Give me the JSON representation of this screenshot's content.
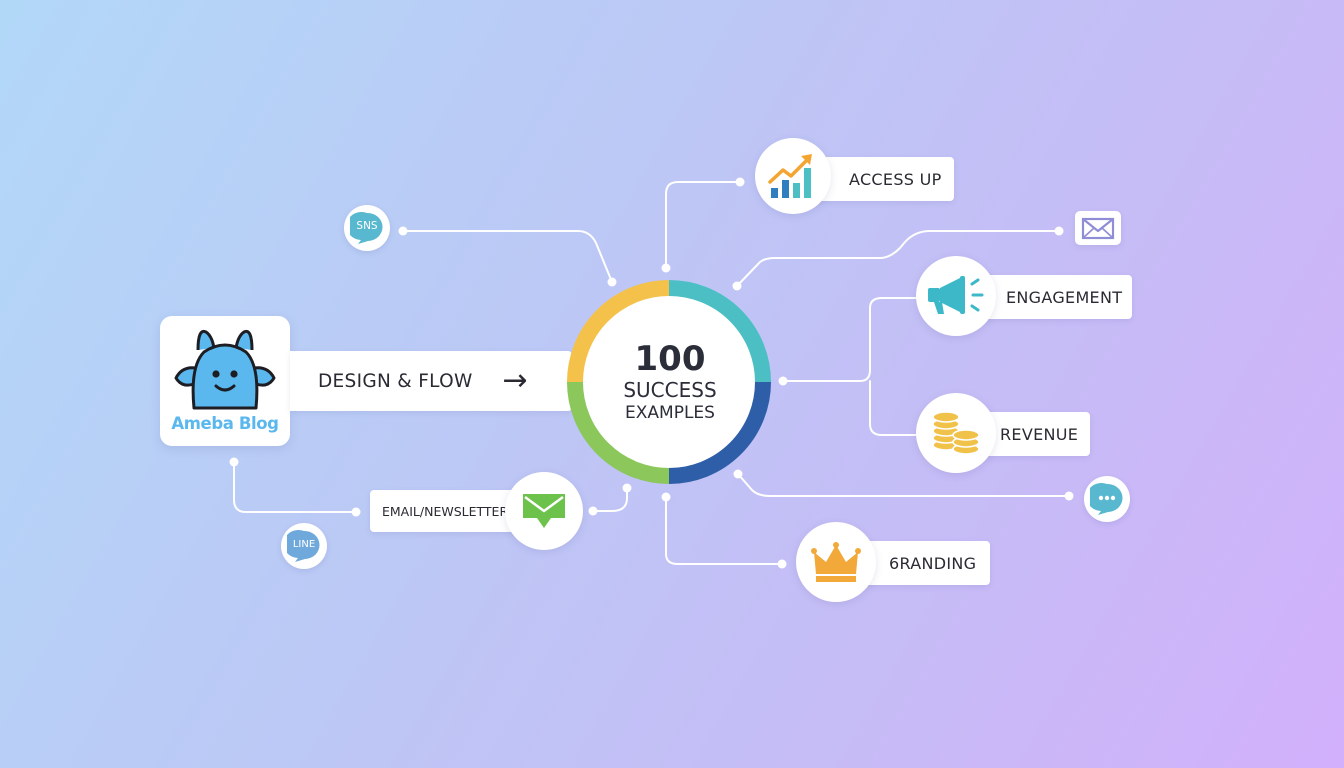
{
  "hub": {
    "number": "100",
    "line1": "SUCCESS",
    "line2": "EXAMPLES",
    "ring_colors": [
      "#4bbfc3",
      "#2f5ea8",
      "#8bc75a",
      "#f4c24a"
    ]
  },
  "source": {
    "brand": "Ameba Blog",
    "flow_label": "DESIGN & FLOW",
    "arrow": "→"
  },
  "channels": {
    "sns": "SNS",
    "line": "LINE",
    "email_newsletter": "EMAIL/NEWSLETTER"
  },
  "outcomes": {
    "access_up": "ACCESS UP",
    "engagement": "ENGAGEMENT",
    "revenue": "REVENUE",
    "branding": "6RANDING"
  },
  "colors": {
    "brand_blue": "#5ab8ee",
    "sns_bubble": "#57b8cf",
    "email_green": "#6cc24a",
    "megaphone_teal": "#3cb8c8",
    "coin_gold": "#f1c24a",
    "crown_orange": "#f2a93a",
    "chart_orange": "#f4a531",
    "chart_blue": "#2f7fc0"
  }
}
